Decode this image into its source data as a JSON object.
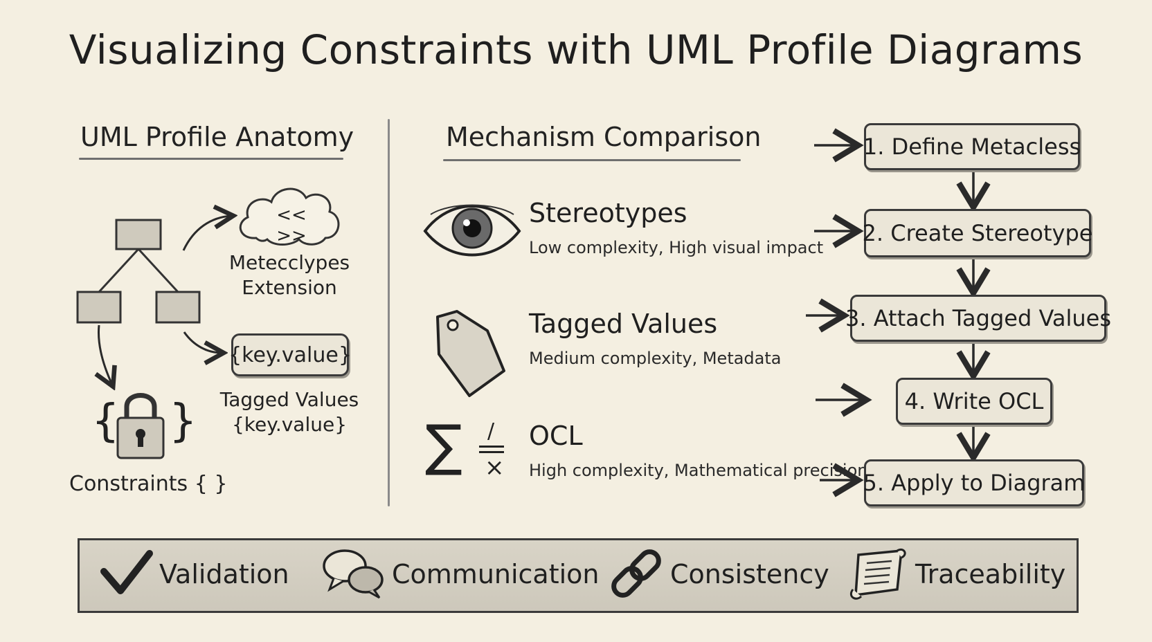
{
  "title": "Visualizing Constraints with UML Profile Diagrams",
  "anatomy": {
    "heading": "UML Profile Anatomy",
    "cloud_text": "<< >>",
    "metaclass_label_1": "Metecclypes",
    "metaclass_label_2": "Extension",
    "kv_box": "{key.value}",
    "tagged_label_1": "Tagged Values",
    "tagged_label_2": "{key.value}",
    "constraints_label": "Constraints { }"
  },
  "comparison": {
    "heading": "Mechanism Comparison",
    "mechanisms": [
      {
        "name": "Stereotypes",
        "desc": "Low complexity, High visual impact",
        "icon": "eye-icon"
      },
      {
        "name": "Tagged Values",
        "desc": "Medium complexity, Metadata",
        "icon": "tag-icon"
      },
      {
        "name": "OCL",
        "desc": "High complexity, Mathematical precision",
        "icon": "sigma-icon"
      }
    ]
  },
  "steps": [
    "1. Define Metacless",
    "2. Create Stereotype",
    "3. Attach Tagged Values",
    "4. Write OCL",
    "5. Apply to Diagram"
  ],
  "benefits": [
    {
      "label": "Validation",
      "icon": "checkmark-icon"
    },
    {
      "label": "Communication",
      "icon": "speech-bubbles-icon"
    },
    {
      "label": "Consistency",
      "icon": "chain-link-icon"
    },
    {
      "label": "Traceability",
      "icon": "scroll-icon"
    }
  ],
  "colors": {
    "paper": "#f4efe1",
    "ink": "#222222",
    "box_fill": "#ebe6d8"
  }
}
